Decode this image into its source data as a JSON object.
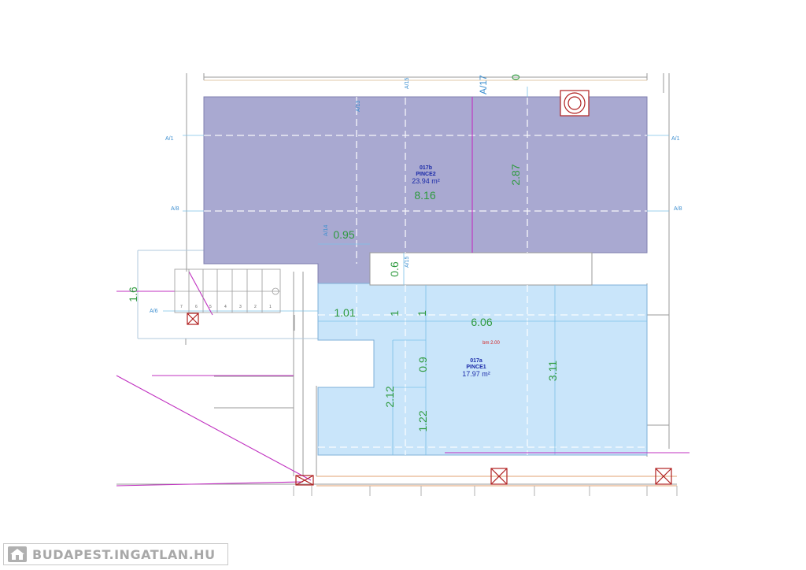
{
  "plan": {
    "rooms": [
      {
        "code": "017b",
        "name": "PINCE2",
        "area": "23.94 m²"
      },
      {
        "code": "017a",
        "name": "PINCE1",
        "area": "17.97 m²"
      }
    ],
    "benchmark": "bm 2.00",
    "dimensions": {
      "d_816": "8.16",
      "d_287": "2.87",
      "d_095": "0.95",
      "d_06": "0.6",
      "d_101": "1.01",
      "d_1a": "1",
      "d_1b": "1",
      "d_606": "6.06",
      "d_09": "0.9",
      "d_311": "3.11",
      "d_212": "2.12",
      "d_122": "1.22",
      "d_16": "1.6",
      "d_0": "0"
    },
    "axes": {
      "a1_left": "A/1",
      "a1_right": "A/1",
      "a8_left": "A/8",
      "a8_right": "A/8",
      "a6": "A/6",
      "a15_top": "A/15",
      "a13": "A/13",
      "a14": "A/14",
      "a15_mid": "A/15",
      "a17": "A/17"
    },
    "stair_steps": [
      "7",
      "6",
      "5",
      "4",
      "3",
      "2",
      "1"
    ]
  },
  "branding": {
    "logo_text": "BUDAPEST.INGATLAN.HU"
  },
  "colors": {
    "room_purple": "#a9a9d1",
    "room_blue": "#c9e5fa",
    "dimension_green": "#2e9a3e",
    "axis_blue": "#3d8fd0",
    "magenta": "#c030c0"
  }
}
